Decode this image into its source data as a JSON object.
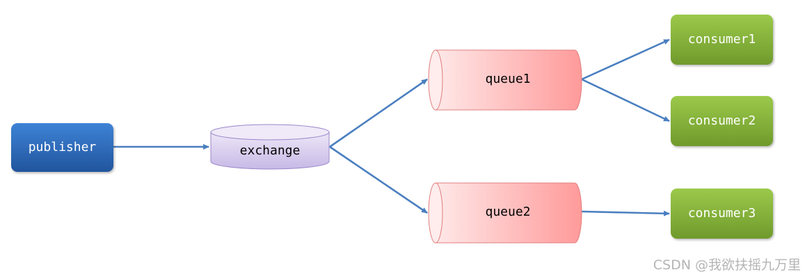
{
  "nodes": {
    "publisher": "publisher",
    "exchange": "exchange",
    "queue1": "queue1",
    "queue2": "queue2",
    "consumer1": "consumer1",
    "consumer2": "consumer2",
    "consumer3": "consumer3"
  },
  "watermark": "CSDN @我欲扶摇九万里",
  "colors": {
    "publisher": "#2f6cbf",
    "exchange": "#cdbfe8",
    "queue": "#ff9e9e",
    "consumer": "#86b03a",
    "arrow": "#4a7fc0"
  }
}
